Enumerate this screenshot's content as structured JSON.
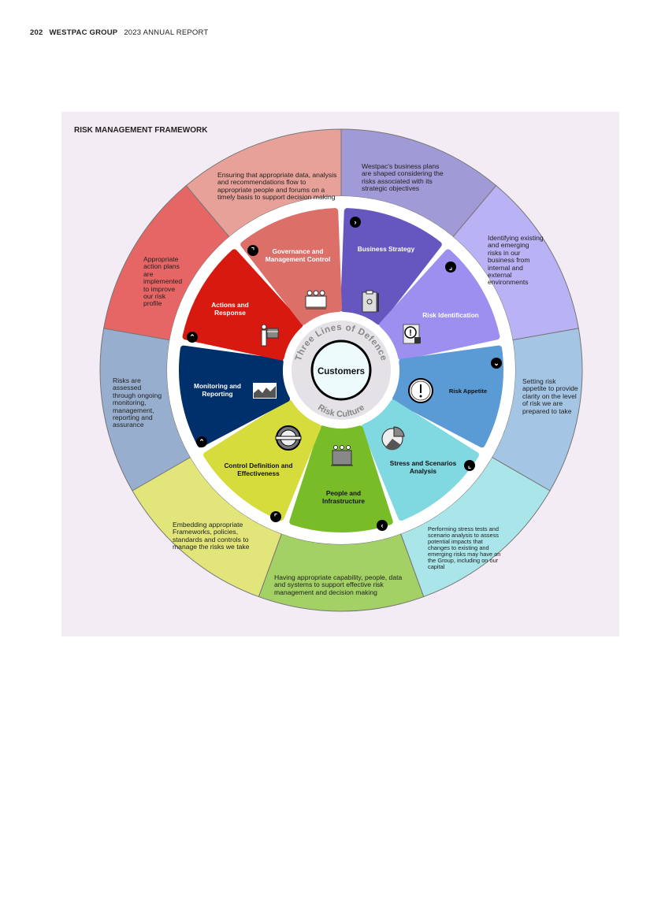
{
  "header": {
    "page_number": "202",
    "company": "WESTPAC GROUP",
    "report": "2023 ANNUAL REPORT"
  },
  "panel": {
    "title": "RISK MANAGEMENT FRAMEWORK"
  },
  "center": {
    "label": "Customers",
    "top_arc": "Three Lines of Defence",
    "bottom_arc": "Risk Culture"
  },
  "segments": [
    {
      "name": "Business Strategy",
      "label": "Business Strategy",
      "description": "Westpac's business plans are shaped considering the risks associated with its strategic objectives",
      "badge": "›",
      "outer_color": "#a09ad6",
      "inner_color": "#6557bf"
    },
    {
      "name": "Risk Identification",
      "label": "Risk Identification",
      "description": "Identifying existing and emerging risks in our business from internal and external environments",
      "badge": "⌟",
      "outer_color": "#b9b2f4",
      "inner_color": "#9c8ff0"
    },
    {
      "name": "Risk Appetite",
      "label": "Risk Appetite",
      "description": "Setting risk appetite to provide clarity on the level of risk we are prepared to take",
      "badge": "⌄",
      "outer_color": "#a4c6e4",
      "inner_color": "#5b9bd5"
    },
    {
      "name": "Stress and Scenarios Analysis",
      "label": "Stress and Scenarios Analysis",
      "description": "Performing stress tests and scenario analysis to assess potential impacts that changes to existing and emerging risks may have on the Group, including on our capital",
      "badge": "⌞",
      "outer_color": "#a9e5e9",
      "inner_color": "#80d8e0"
    },
    {
      "name": "People and Infrastructure",
      "label": "People and Infrastructure",
      "description": "Having appropriate capability, people, data and systems to support effective risk management and decision making",
      "badge": "‹",
      "outer_color": "#a3d166",
      "inner_color": "#78bd28"
    },
    {
      "name": "Control Definition and Effectiveness",
      "label": "Control Definition and Effectiveness",
      "description": "Embedding appropriate Frameworks, policies, standards and controls to manage the risks we take",
      "badge": "⌜",
      "outer_color": "#e2e67a",
      "inner_color": "#d5dc3c"
    },
    {
      "name": "Monitoring and Reporting",
      "label": "Monitoring and Reporting",
      "description": "Risks are assessed through ongoing monitoring, management, reporting and assurance",
      "badge": "⌃",
      "outer_color": "#98aecf",
      "inner_color": "#00306b"
    },
    {
      "name": "Actions and Response",
      "label": "Actions and Response",
      "description": "Appropriate action plans are implemented to improve our risk profile",
      "badge": "⌃",
      "outer_color": "#e66666",
      "inner_color": "#d7190f"
    },
    {
      "name": "Governance and Management Control",
      "label": "Governance and Management Control",
      "description": "Ensuring that appropriate data, analysis and recommendations flow to appropriate people and forums on a timely basis to support decision making",
      "badge": "⌝",
      "outer_color": "#e8a199",
      "inner_color": "#dc7068"
    }
  ]
}
